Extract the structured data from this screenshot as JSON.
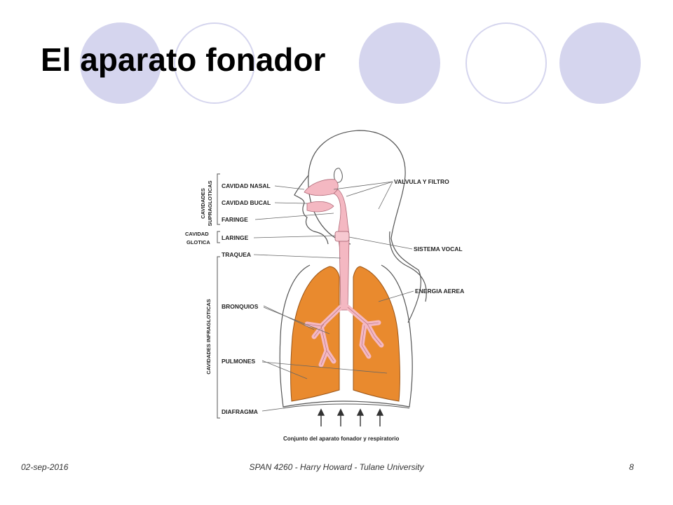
{
  "slide": {
    "title": "El aparato fonador",
    "decorations": {
      "circles": [
        "filled",
        "outline",
        "filled",
        "outline",
        "filled"
      ],
      "circle_fill_color": "#d5d5ee"
    }
  },
  "diagram": {
    "caption": "Conjunto del aparato fonador y respiratorio",
    "left_labels": {
      "cavidad_nasal": "CAVIDAD NASAL",
      "cavidad_bucal": "CAVIDAD BUCAL",
      "faringe": "FARINGE",
      "laringe": "LARINGE",
      "traquea": "TRAQUEA",
      "bronquios": "BRONQUIOS",
      "pulmones": "PULMONES",
      "diafragma": "DIAFRAGMA"
    },
    "group_labels": {
      "supraglotica_1": "CAVIDADES",
      "supraglotica_2": "SUPRAGLOTICAS",
      "glotica_1": "CAVIDAD",
      "glotica_2": "GLOTICA",
      "infraglotica": "CAVIDADES INFRAGLOTICAS"
    },
    "right_labels": {
      "valvula": "VALVULA Y FILTRO",
      "sistema_vocal": "SISTEMA VOCAL",
      "energia_aerea": "ENERGIA AEREA"
    },
    "colors": {
      "airway": "#f4b8c2",
      "lungs": "#e98a2e",
      "outline": "#555555"
    }
  },
  "footer": {
    "date": "02-sep-2016",
    "course": "SPAN 4260 - Harry Howard - Tulane University",
    "page": "8"
  }
}
